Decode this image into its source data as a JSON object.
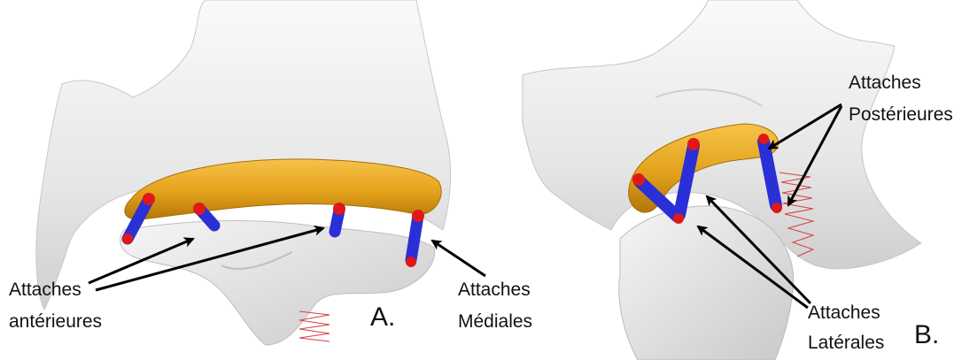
{
  "panel_a": {
    "letter": "A.",
    "labels": {
      "anterior_line1": "Attaches",
      "anterior_line2": "antérieures",
      "medial_line1": "Attaches",
      "medial_line2": "Médiales"
    }
  },
  "panel_b": {
    "letter": "B.",
    "labels": {
      "posterior_line1": "Attaches",
      "posterior_line2": "Postérieures",
      "lateral_line1": "Attaches",
      "lateral_line2": "Latérales"
    }
  },
  "colors": {
    "meniscus": "#e8a61a",
    "attachment_rod": "#2b2fd6",
    "attachment_cap": "#e01818",
    "spring": "#d84040",
    "bone": "#ececec"
  }
}
